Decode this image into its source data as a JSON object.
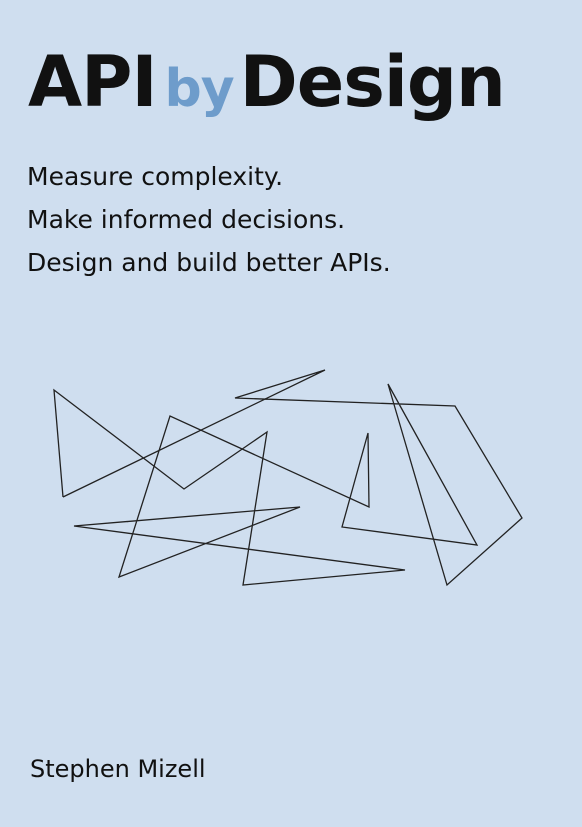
{
  "title": {
    "part1": "API",
    "connector": "by",
    "part2": "Design"
  },
  "taglines": [
    "Measure complexity.",
    "Make informed decisions.",
    "Design and build better APIs."
  ],
  "author": "Stephen Mizell",
  "colors": {
    "background": "#cfdeef",
    "accent": "#6e9ccb",
    "text": "#111111"
  }
}
